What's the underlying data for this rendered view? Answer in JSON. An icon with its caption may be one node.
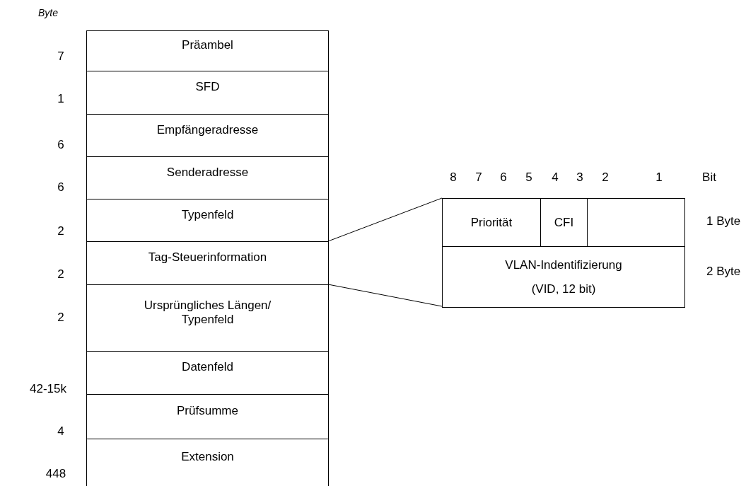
{
  "diagram": {
    "nodes": [
      {
        "text": [
          "Präambel"
        ],
        "beside": [
          "7"
        ]
      },
      {
        "text": [
          "SFD"
        ],
        "beside": [
          "1"
        ]
      },
      {
        "text": [
          "Empfängeradresse"
        ],
        "beside": [
          "6"
        ]
      },
      {
        "text": [
          "Senderadresse"
        ],
        "beside": [
          "6"
        ]
      },
      {
        "text": [
          "Typenfeld"
        ],
        "beside": [
          "2"
        ]
      },
      {
        "text": [
          "Tag-Steuerinformation"
        ],
        "beside": [
          "2"
        ]
      },
      {
        "text": [
          "Ursprüngliches Längen/ Typenfeld"
        ],
        "beside": [
          "2"
        ]
      },
      {
        "text": [
          "Datenfeld"
        ],
        "beside": [
          "42-15k"
        ]
      },
      {
        "text": [
          "Prüfsumme"
        ],
        "beside": [
          "4"
        ]
      },
      {
        "text": [
          "Extension"
        ],
        "beside": [
          "448"
        ]
      },
      {
        "text": [],
        "shape": "box",
        "beside": [
          "1 Byte",
          "2 Byte"
        ]
      },
      {
        "text": [
          "Priorität"
        ],
        "in": 10
      },
      {
        "text": [
          "CFI"
        ],
        "in": 10
      },
      {
        "text": [
          "VLAN-Indentifizierung",
          "(VID, 12 bit)"
        ],
        "in": 10
      }
    ],
    "edges": [
      {
        "from": 5,
        "to": 10,
        "arrow": "none"
      },
      {
        "from": 5,
        "to": 10,
        "arrow": "none"
      }
    ],
    "labels": [
      "Byte",
      "8",
      "7",
      "6",
      "5",
      "4",
      "3",
      "2",
      "1",
      "Bit"
    ]
  }
}
